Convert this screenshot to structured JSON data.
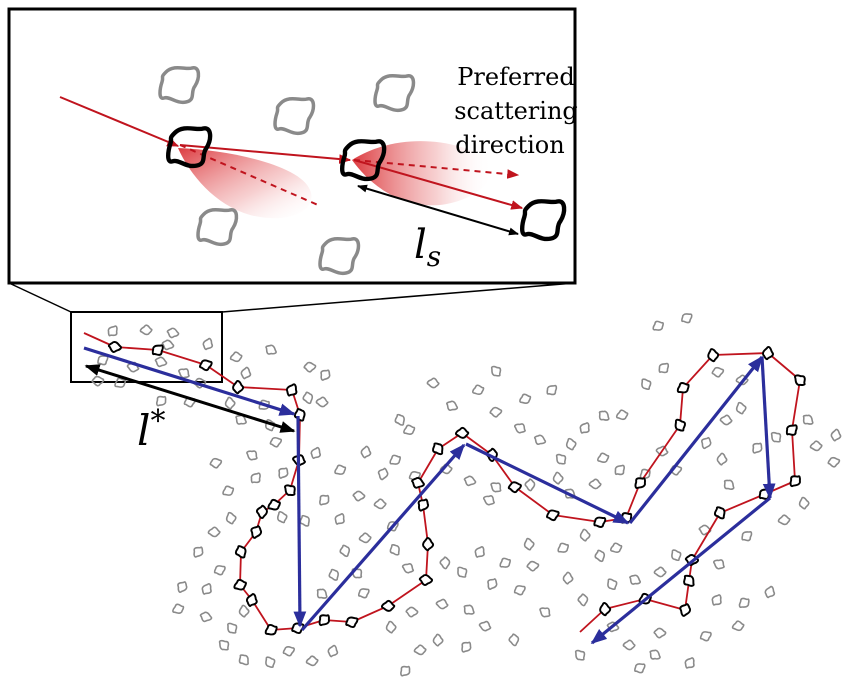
{
  "labels": {
    "callout_line1": "Preferred",
    "callout_line2": "scattering",
    "callout_line3": "direction",
    "scattering_length_base": "l",
    "scattering_length_sub": "s",
    "transport_length_base": "l",
    "transport_length_sup": "*"
  },
  "colors": {
    "path_red": "#c0141e",
    "transport_blue": "#2b2e9c",
    "particle_gray": "#8a8a8a",
    "particle_black": "#000000",
    "cone_red": "#d8262b"
  },
  "icons": {
    "background_particle": "blob-particle-icon",
    "scatterer": "blob-scatterer-icon"
  }
}
